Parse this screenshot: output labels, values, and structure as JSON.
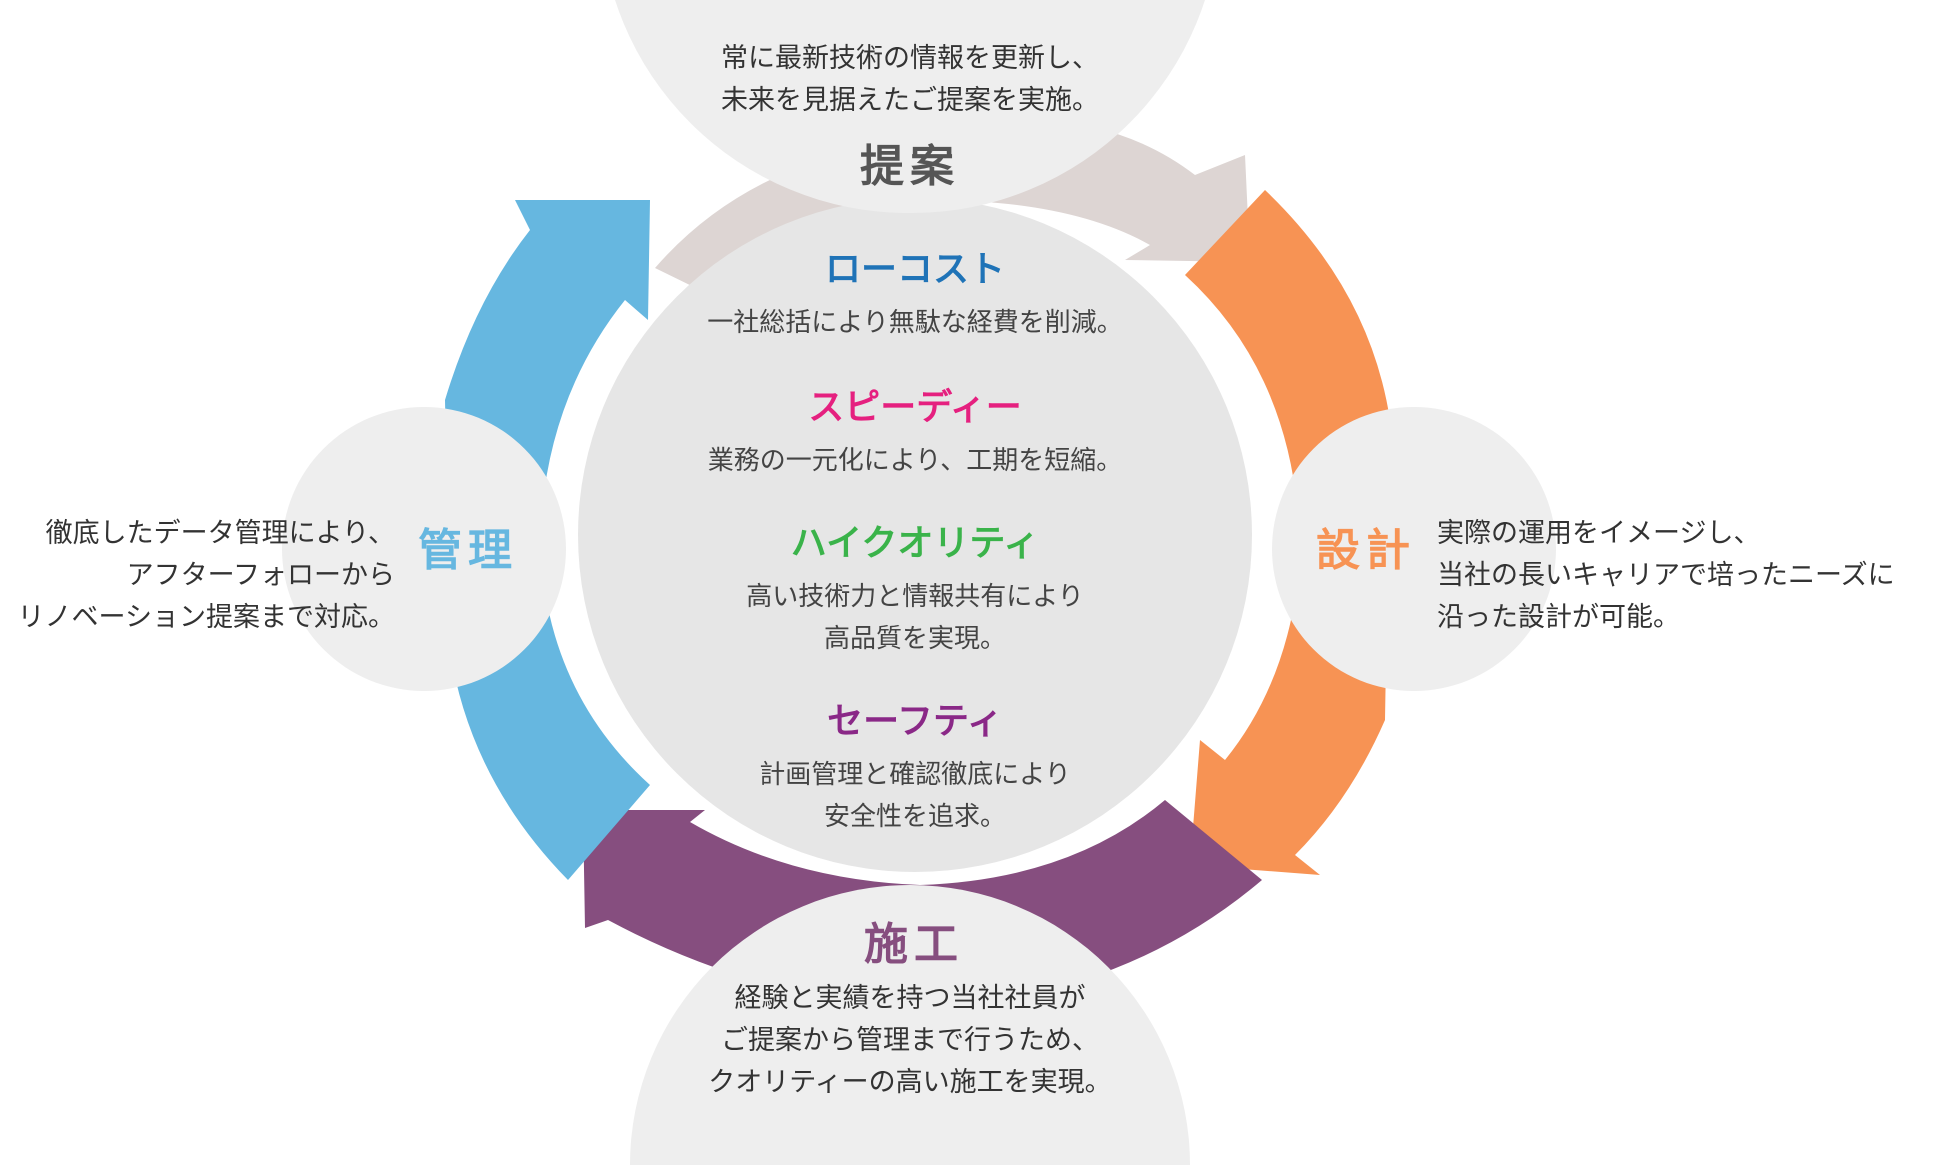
{
  "colors": {
    "teian": "#ddd5d3",
    "sekkei": "#f79354",
    "seko": "#864e7f",
    "kanri": "#66b7e0",
    "lowcost": "#1f73b7",
    "speedy": "#e5207f",
    "highquality": "#3ab34a",
    "safety": "#8a2887",
    "stage_title": "#555555"
  },
  "stages": {
    "teian": {
      "title": "提案",
      "desc": [
        "常に最新技術の情報を更新し、",
        "未来を見据えたご提案を実施。"
      ]
    },
    "sekkei": {
      "title": "設計",
      "desc": [
        "実際の運用をイメージし、",
        "当社の長いキャリアで培ったニーズに",
        "沿った設計が可能。"
      ]
    },
    "seko": {
      "title": "施工",
      "desc": [
        "経験と実績を持つ当社社員が",
        "ご提案から管理まで行うため、",
        "クオリティーの高い施工を実現。"
      ]
    },
    "kanri": {
      "title": "管理",
      "desc": [
        "徹底したデータ管理により、",
        "アフターフォローから",
        "リノベーション提案まで対応。"
      ]
    }
  },
  "features": [
    {
      "title": "ローコスト",
      "desc": [
        "一社総括により無駄な経費を削減。"
      ]
    },
    {
      "title": "スピーディー",
      "desc": [
        "業務の一元化により、工期を短縮。"
      ]
    },
    {
      "title": "ハイクオリティ",
      "desc": [
        "高い技術力と情報共有により",
        "高品質を実現。"
      ]
    },
    {
      "title": "セーフティ",
      "desc": [
        "計画管理と確認徹底により",
        "安全性を追求。"
      ]
    }
  ]
}
